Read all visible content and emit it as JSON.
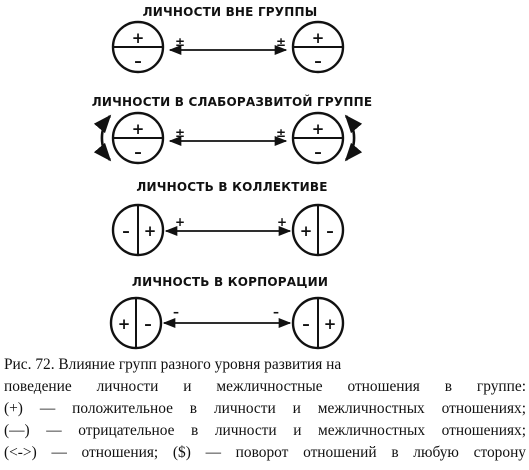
{
  "panels": [
    {
      "title": "ЛИЧНОСТИ ВНЕ ГРУППЫ",
      "left_circle": [
        "+",
        "–"
      ],
      "right_circle": [
        "+",
        "–"
      ],
      "arrow_left_marks": "±",
      "arrow_right_marks": "±"
    },
    {
      "title": "ЛИЧНОСТИ В СЛАБОРАЗВИТОЙ ГРУППЕ",
      "left_circle": [
        "+",
        "–"
      ],
      "right_circle": [
        "+",
        "–"
      ],
      "arrow_left_marks": "±",
      "arrow_right_marks": "±"
    },
    {
      "title": "ЛИЧНОСТЬ В КОЛЛЕКТИВЕ",
      "left_circle": [
        "–",
        "+"
      ],
      "right_circle": [
        "+",
        "–"
      ],
      "arrow_left_marks": "+",
      "arrow_right_marks": "+"
    },
    {
      "title": "ЛИЧНОСТЬ В КОРПОРАЦИИ",
      "left_circle": [
        "+",
        "–"
      ],
      "right_circle": [
        "–",
        "+"
      ],
      "arrow_left_marks": "–",
      "arrow_right_marks": "–"
    }
  ],
  "caption": {
    "line1": "Рис. 72. Влияние групп разного уровня развития на",
    "line2": "поведение личности и межличностные отношения в группе:",
    "line3": "(+) — положительное в личности и межличностных отношениях;",
    "line4": "(—) — отрицательное в личности и межличностных отношениях;",
    "line5": "(<->) — отношения; ($) — поворот отношений в любую сторону"
  }
}
